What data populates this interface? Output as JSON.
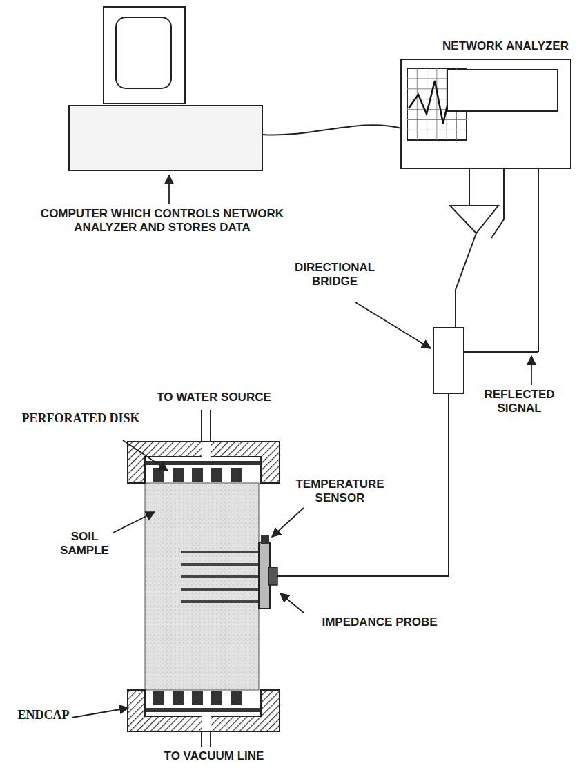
{
  "diagram": {
    "nodes": [
      {
        "text": [
          "NETWORK ANALYZER"
        ]
      }
    ],
    "labels": [
      "COMPUTER WHICH CONTROLS NETWORK ANALYZER AND STORES DATA",
      "DIRECTIONAL BRIDGE",
      "REFLECTED SIGNAL",
      "TO WATER SOURCE",
      "PERFORATED DISK",
      "TEMPERATURE SENSOR",
      "SOIL SAMPLE",
      "IMPEDANCE PROBE",
      "ENDCAP",
      "TO VACUUM LINE"
    ]
  }
}
